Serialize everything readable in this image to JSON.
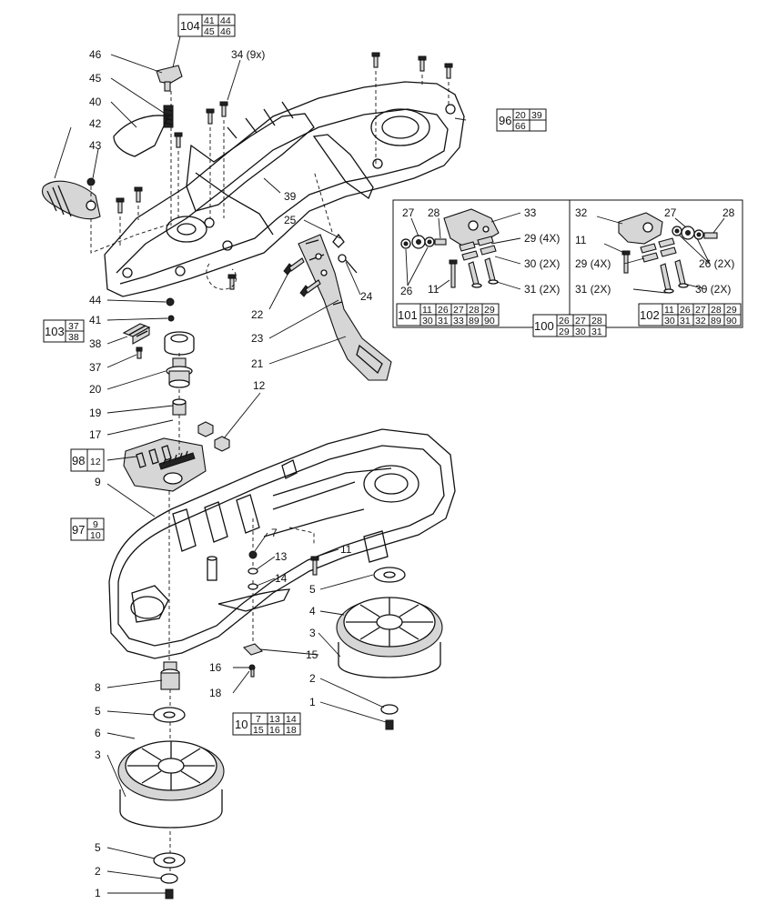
{
  "callouts": [
    {
      "id": "c46",
      "text": "46"
    },
    {
      "id": "c45",
      "text": "45"
    },
    {
      "id": "c40",
      "text": "40"
    },
    {
      "id": "c42",
      "text": "42"
    },
    {
      "id": "c43",
      "text": "43"
    },
    {
      "id": "c34",
      "text": "34 (9x)"
    },
    {
      "id": "c39",
      "text": "39"
    },
    {
      "id": "c25",
      "text": "25"
    },
    {
      "id": "c22",
      "text": "22"
    },
    {
      "id": "c24",
      "text": "24"
    },
    {
      "id": "c23",
      "text": "23"
    },
    {
      "id": "c21",
      "text": "21"
    },
    {
      "id": "c44",
      "text": "44"
    },
    {
      "id": "c41",
      "text": "41"
    },
    {
      "id": "c38",
      "text": "38"
    },
    {
      "id": "c37",
      "text": "37"
    },
    {
      "id": "c20",
      "text": "20"
    },
    {
      "id": "c19",
      "text": "19"
    },
    {
      "id": "c17",
      "text": "17"
    },
    {
      "id": "c12",
      "text": "12"
    },
    {
      "id": "c9",
      "text": "9"
    },
    {
      "id": "c7",
      "text": "7"
    },
    {
      "id": "c13",
      "text": "13"
    },
    {
      "id": "c14",
      "text": "14"
    },
    {
      "id": "c11b",
      "text": "11"
    },
    {
      "id": "c5a",
      "text": "5"
    },
    {
      "id": "c4",
      "text": "4"
    },
    {
      "id": "c3a",
      "text": "3"
    },
    {
      "id": "c15",
      "text": "15"
    },
    {
      "id": "c16",
      "text": "16"
    },
    {
      "id": "c18",
      "text": "18"
    },
    {
      "id": "c2a",
      "text": "2"
    },
    {
      "id": "c1a",
      "text": "1"
    },
    {
      "id": "c8",
      "text": "8"
    },
    {
      "id": "c5b",
      "text": "5"
    },
    {
      "id": "c6",
      "text": "6"
    },
    {
      "id": "c3b",
      "text": "3"
    },
    {
      "id": "c5c",
      "text": "5"
    },
    {
      "id": "c2b",
      "text": "2"
    },
    {
      "id": "c1b",
      "text": "1"
    },
    {
      "id": "c27a",
      "text": "27"
    },
    {
      "id": "c28a",
      "text": "28"
    },
    {
      "id": "c33",
      "text": "33"
    },
    {
      "id": "c29a",
      "text": "29 (4X)"
    },
    {
      "id": "c30a",
      "text": "30 (2X)"
    },
    {
      "id": "c31a",
      "text": "31 (2X)"
    },
    {
      "id": "c26a",
      "text": "26"
    },
    {
      "id": "c11a",
      "text": "11"
    },
    {
      "id": "c32",
      "text": "32"
    },
    {
      "id": "c27b",
      "text": "27"
    },
    {
      "id": "c28b",
      "text": "28"
    },
    {
      "id": "c11c",
      "text": "11"
    },
    {
      "id": "c26b",
      "text": "26 (2X)"
    },
    {
      "id": "c29b",
      "text": "29 (4X)"
    },
    {
      "id": "c31b",
      "text": "31 (2X)"
    },
    {
      "id": "c30b",
      "text": "30 (2X)"
    }
  ],
  "kits": [
    {
      "id": "k104",
      "main": "104",
      "parts": [
        "41",
        "44",
        "45",
        "46"
      ]
    },
    {
      "id": "k96",
      "main": "96",
      "parts": [
        "20",
        "39",
        "66",
        ""
      ]
    },
    {
      "id": "k103",
      "main": "103",
      "parts": [
        "37",
        "38"
      ]
    },
    {
      "id": "k98",
      "main": "98",
      "parts": [
        "12"
      ]
    },
    {
      "id": "k97",
      "main": "97",
      "parts": [
        "9",
        "10"
      ]
    },
    {
      "id": "k101",
      "main": "101",
      "parts": [
        "11",
        "26",
        "27",
        "28",
        "29",
        "30",
        "31",
        "33",
        "89",
        "90"
      ]
    },
    {
      "id": "k100",
      "main": "100",
      "parts": [
        "26",
        "27",
        "28",
        "29",
        "30",
        "31"
      ]
    },
    {
      "id": "k102",
      "main": "102",
      "parts": [
        "11",
        "26",
        "27",
        "28",
        "29",
        "30",
        "31",
        "32",
        "89",
        "90"
      ]
    },
    {
      "id": "k10",
      "main": "10",
      "parts": [
        "7",
        "13",
        "14",
        "15",
        "16",
        "18"
      ]
    }
  ]
}
